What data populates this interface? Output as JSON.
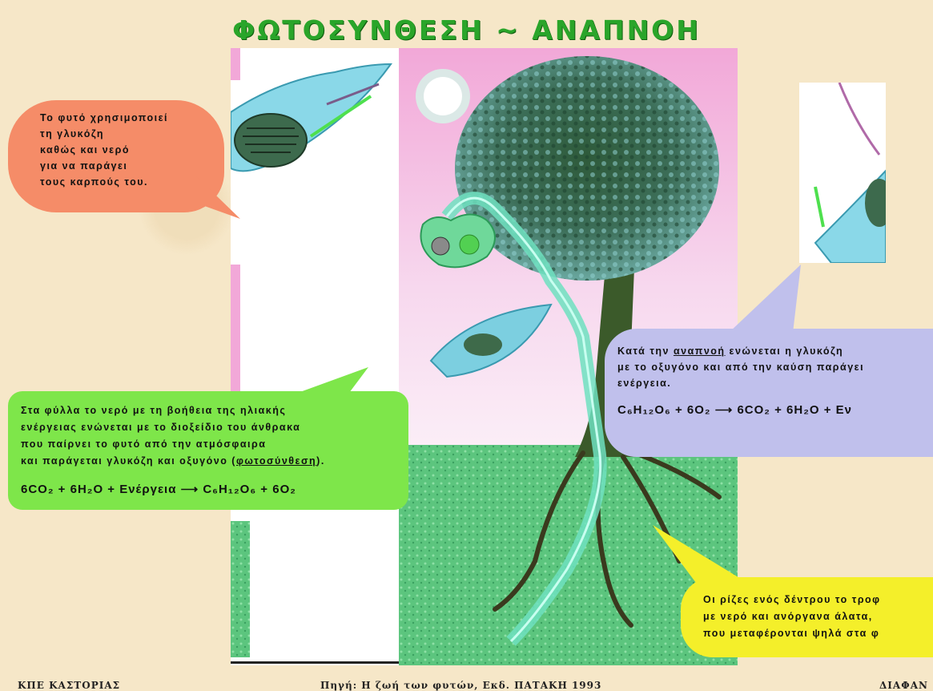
{
  "title": "ΦΩΤΟΣΥΝΘΕΣΗ ~ ΑΝΑΠΝΟΗ",
  "bubbles": {
    "fruit": {
      "lines": [
        "Το φυτό χρησιμοποιεί",
        "τη γλυκόζη",
        "καθώς και νερό",
        "για να παράγει",
        "τους καρπούς του."
      ]
    },
    "photosynthesis": {
      "lines": [
        "Στα φύλλα το νερό με τη βοήθεια της ηλιακής",
        "ενέργειας ενώνεται με το διοξείδιο του άνθρακα",
        "που παίρνει το φυτό από την ατμόσφαιρα"
      ],
      "line4_prefix": "και παράγεται γλυκόζη και οξυγόνο (",
      "line4_link": "φωτοσύνθεση",
      "line4_suffix": ").",
      "equation": {
        "left": "6CO₂ + 6H₂O + Ενέργεια",
        "arrow": "⟶",
        "right": "C₆H₁₂O₆ + 6O₂"
      }
    },
    "respiration": {
      "line1_prefix": "Κατά την ",
      "line1_link": "αναπνοή",
      "line1_suffix": " ενώνεται η γλυκόζη",
      "lines": [
        "με το οξυγόνο και από την καύση παράγει",
        "ενέργεια."
      ],
      "equation": {
        "left": "C₆H₁₂O₆ + 6O₂",
        "arrow": "⟶",
        "right": "6CO₂ + 6H₂O + Εν"
      }
    },
    "roots": {
      "lines": [
        "Οι ρίζες ενός δέντρου το τροφ",
        "με νερό και ανόργανα άλατα,",
        "που μεταφέρονται ψηλά στα φ"
      ]
    }
  },
  "footer": {
    "left": "ΚΠΕ ΚΑΣΤΟΡΙΑΣ",
    "center": "Πηγή: Η ζωή των φυτών, Εκδ. ΠΑΤΑΚΗ 1993",
    "right": "ΔΙΑΦΑΝ"
  },
  "colors": {
    "title": "#2aa52a",
    "orange_bubble": "#f58c68",
    "green_bubble": "#7ee64a",
    "purple_bubble": "#c0c0ec",
    "yellow_bubble": "#f4ef2a"
  }
}
